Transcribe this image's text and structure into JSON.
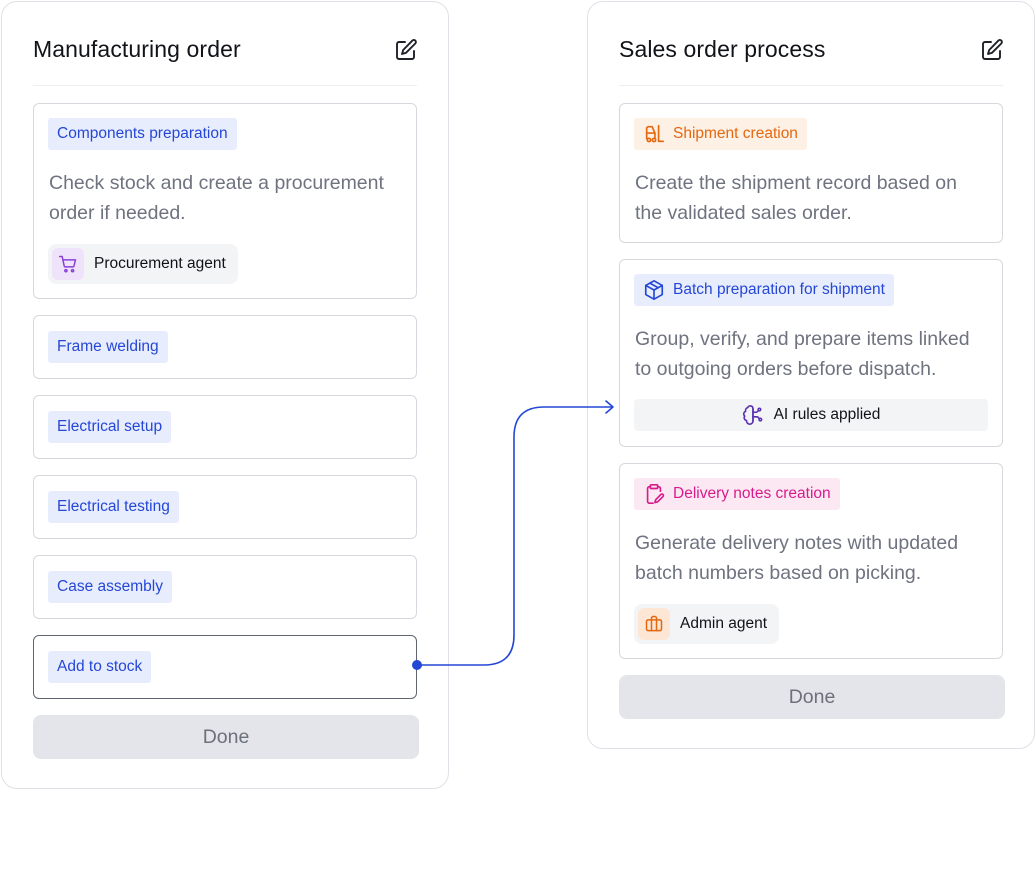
{
  "colors": {
    "blue_accent": "#2447d6",
    "orange_accent": "#e5680f",
    "pink_accent": "#d81b8c",
    "connector": "#2447d6"
  },
  "manufacturing": {
    "title": "Manufacturing order",
    "edit_icon": "edit-icon",
    "steps": [
      {
        "label": "Components preparation",
        "description": "Check stock and create a procurement order if needed.",
        "agent": {
          "label": "Procurement agent",
          "icon": "cart-icon"
        }
      },
      {
        "label": "Frame welding"
      },
      {
        "label": "Electrical setup"
      },
      {
        "label": "Electrical testing"
      },
      {
        "label": "Case assembly"
      },
      {
        "label": "Add to stock",
        "selected": true
      }
    ],
    "done_label": "Done"
  },
  "sales": {
    "title": "Sales order process",
    "edit_icon": "edit-icon",
    "steps": [
      {
        "label": "Shipment creation",
        "icon": "forklift-icon",
        "description": "Create the shipment record based on the validated sales order."
      },
      {
        "label": "Batch preparation for shipment",
        "icon": "box-icon",
        "description": "Group, verify, and prepare items linked to outgoing orders before dispatch.",
        "ai_label": "AI rules applied",
        "ai_icon": "brain-icon"
      },
      {
        "label": "Delivery notes creation",
        "icon": "clipboard-edit-icon",
        "description": "Generate delivery notes with updated batch numbers based on picking.",
        "agent": {
          "label": "Admin agent",
          "icon": "briefcase-icon"
        }
      }
    ],
    "done_label": "Done"
  }
}
